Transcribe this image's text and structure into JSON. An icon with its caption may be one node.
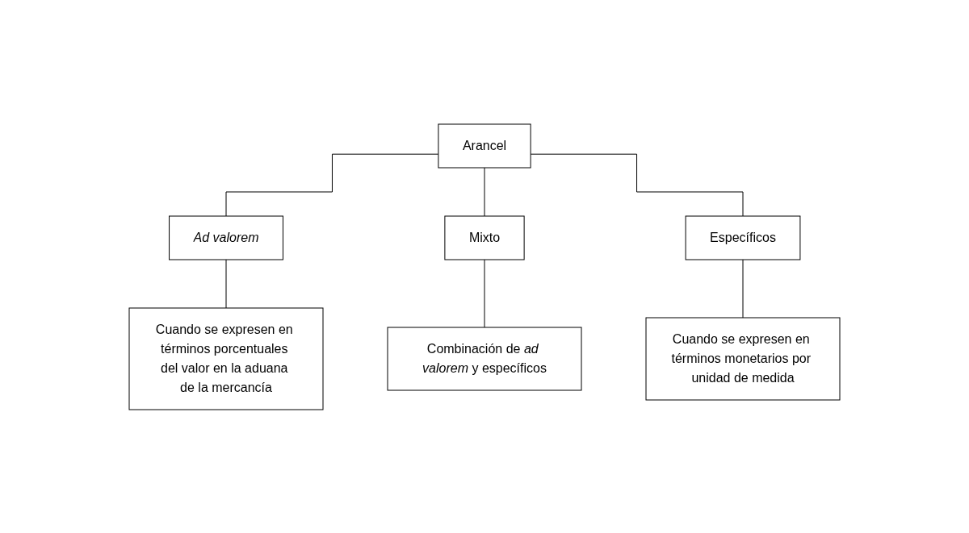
{
  "diagram": {
    "nodes": [
      {
        "text": [
          "Arancel"
        ]
      },
      {
        "text": [
          "Ad valorem"
        ]
      },
      {
        "text": [
          "Mixto"
        ]
      },
      {
        "text": [
          "Específicos"
        ]
      },
      {
        "text": [
          "Cuando se expresen en términos porcentuales del valor en la aduana de la mercancía"
        ]
      },
      {
        "text": [
          "Combinación de *ad valorem* y específicos"
        ]
      },
      {
        "text": [
          "Cuando se expresen en términos monetarios por unidad de medida"
        ]
      }
    ],
    "edges": [
      {
        "from": 0,
        "to": 1,
        "arrow": "none"
      },
      {
        "from": 0,
        "to": 2,
        "arrow": "none"
      },
      {
        "from": 0,
        "to": 3,
        "arrow": "none"
      },
      {
        "from": 1,
        "to": 4,
        "arrow": "none"
      },
      {
        "from": 2,
        "to": 5,
        "arrow": "none"
      },
      {
        "from": 3,
        "to": 6,
        "arrow": "none"
      }
    ]
  }
}
